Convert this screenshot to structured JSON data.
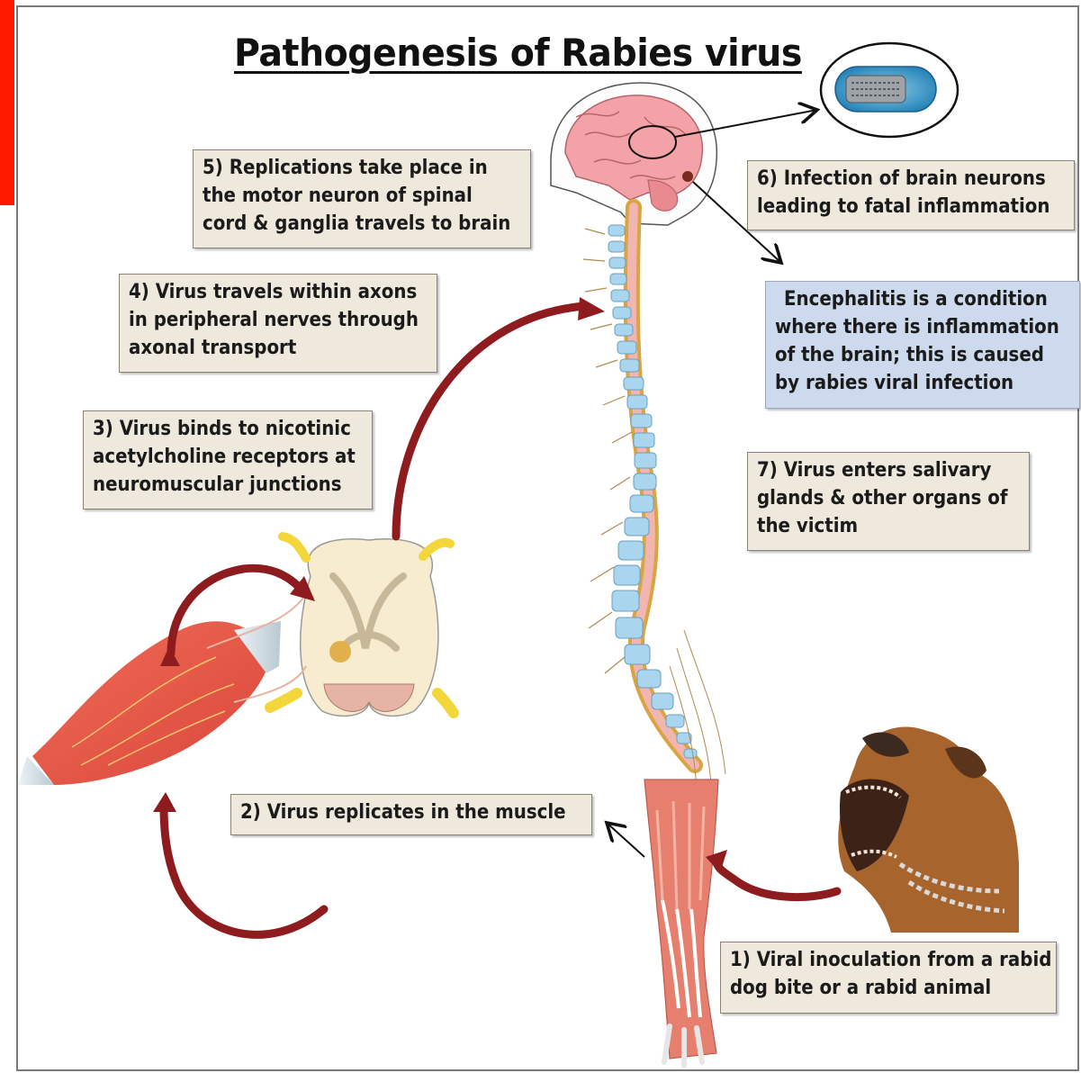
{
  "title": "Pathogenesis of Rabies virus",
  "steps": {
    "step1": [
      "1) Viral inoculation from a rabid",
      "dog bite or a rabid animal"
    ],
    "step2": [
      "2) Virus replicates in the muscle"
    ],
    "step3": [
      "3) Virus binds to nicotinic",
      "acetylcholine receptors at",
      "neuromuscular junctions"
    ],
    "step4": [
      "4) Virus travels within axons",
      "in peripheral nerves through",
      "axonal transport"
    ],
    "step5": [
      "5) Replications take place in",
      "the motor neuron of spinal",
      "cord & ganglia travels to brain"
    ],
    "step6": [
      "6) Infection of brain neurons",
      "leading to fatal inflammation"
    ],
    "step7": [
      "7) Virus enters salivary",
      "glands & other organs of",
      "the victim"
    ],
    "encephalitis": [
      "Encephalitis is a condition",
      "where there is inflammation",
      "of the brain; this is caused",
      "by rabies viral infection"
    ]
  },
  "colors": {
    "note_background": "#eee9dc",
    "encephalitis_background": "#cdd9ec",
    "arrow_red": "#8e1c1f",
    "accent_red_bar": "#ff1a00"
  }
}
